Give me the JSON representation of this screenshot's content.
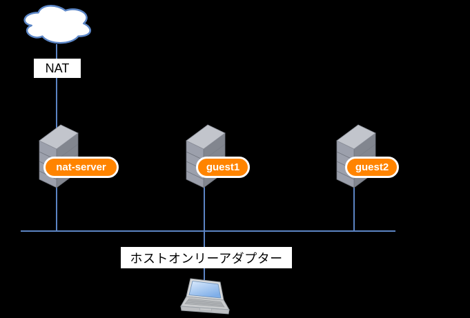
{
  "diagram": {
    "type": "network-topology",
    "colors": {
      "background": "#000000",
      "connector": "#5C85C5",
      "cloud_stroke": "#5C86C6",
      "cloud_fill": "#FFFFFF",
      "badge_fill": "#FF8400",
      "badge_border": "#FFFFFF",
      "badge_text_color": "#FFFFFF",
      "label_bg": "#FFFFFF",
      "label_text_color": "#000000",
      "server_front": "#9CA0AC",
      "server_side": "#82868F",
      "server_top": "#C2C5CC"
    },
    "internet": {
      "icon": "cloud-icon",
      "edge_label": "NAT"
    },
    "servers": [
      {
        "label": "nat-server",
        "icon": "server-icon"
      },
      {
        "label": "guest1",
        "icon": "server-icon"
      },
      {
        "label": "guest2",
        "icon": "server-icon"
      }
    ],
    "host_network": {
      "edge_label": "ホストオンリーアダプター",
      "host_icon": "laptop-icon"
    }
  }
}
